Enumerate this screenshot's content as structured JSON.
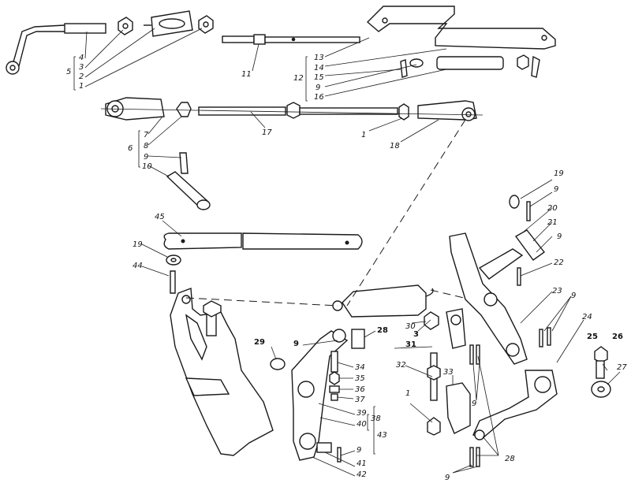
{
  "labels": {
    "l1": "1",
    "l2": "2",
    "l3": "3",
    "l4": "4",
    "l5": "5",
    "l6": "6",
    "l7": "7",
    "l8": "8",
    "l9": "9",
    "l10": "10",
    "l11": "11",
    "l12": "12",
    "l13": "13",
    "l14": "14",
    "l15": "15",
    "l16": "16",
    "l17": "17",
    "l18": "18",
    "l19": "19",
    "l20": "20",
    "l21": "21",
    "l22": "22",
    "l23": "23",
    "l24": "24",
    "l25": "25",
    "l26": "26",
    "l27": "27",
    "l28": "28",
    "l29": "29",
    "l30": "30",
    "l31": "31",
    "l32": "32",
    "l33": "33",
    "l34": "34",
    "l35": "35",
    "l36": "36",
    "l37": "37",
    "l38": "38",
    "l39": "39",
    "l40": "40",
    "l41": "41",
    "l42": "42",
    "l43": "43",
    "l44": "44",
    "l45": "45"
  }
}
